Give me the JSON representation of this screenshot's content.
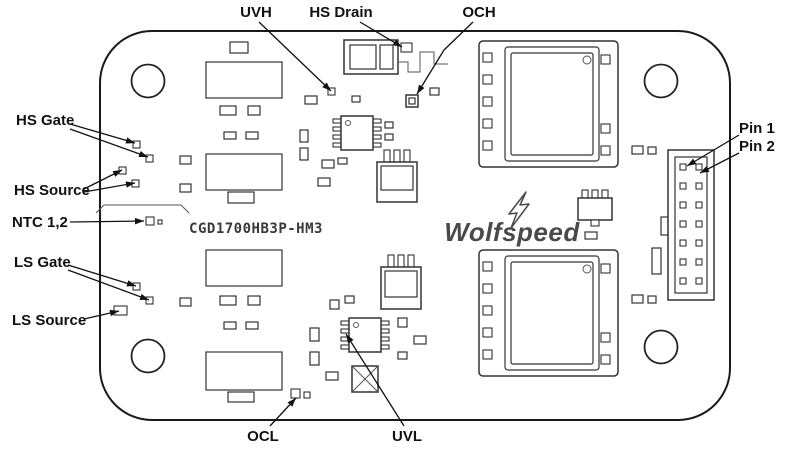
{
  "board": {
    "part_number": "CGD1700HB3P-HM3",
    "brand": "Wolfspeed",
    "outline_color": "#1a1a1a",
    "background": "#ffffff"
  },
  "callouts": {
    "uvh": "UVH",
    "hs_drain": "HS Drain",
    "och": "OCH",
    "hs_gate": "HS Gate",
    "hs_source": "HS Source",
    "ntc": "NTC 1,2",
    "ls_gate": "LS Gate",
    "ls_source": "LS Source",
    "pin1": "Pin 1",
    "pin2": "Pin 2",
    "ocl": "OCL",
    "uvl": "UVL"
  }
}
